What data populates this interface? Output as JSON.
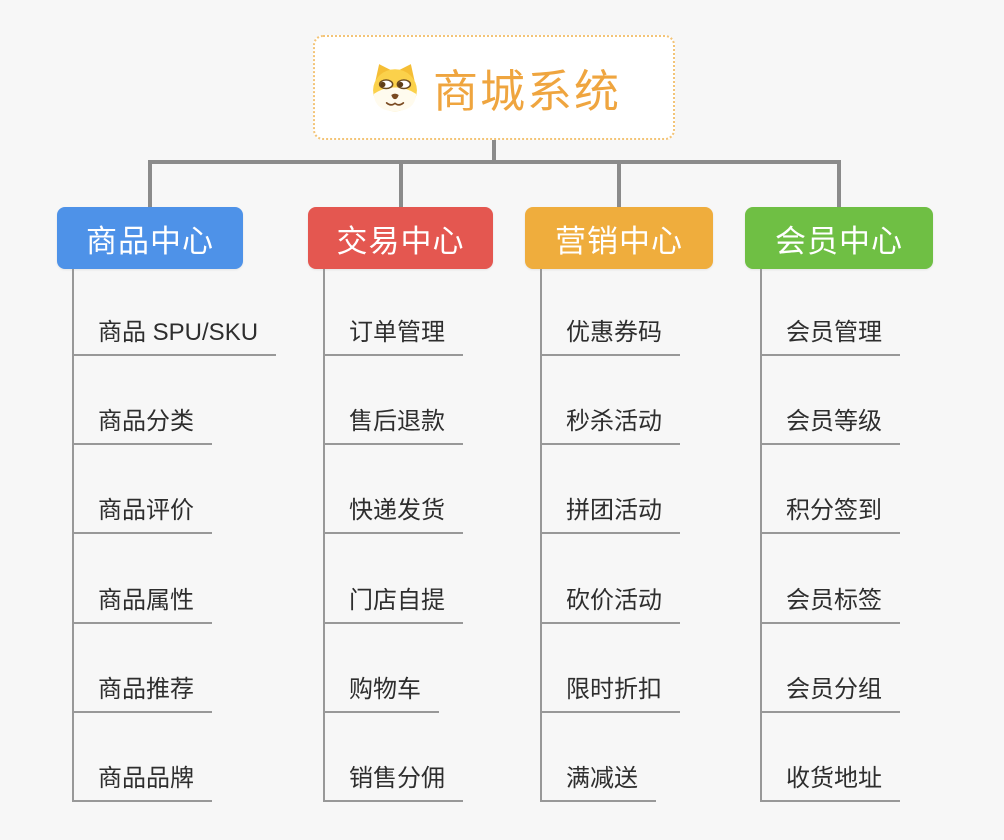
{
  "page": {
    "background_color": "#f7f7f7",
    "connector_color": "#8b8b8b",
    "child_line_color": "#989898",
    "child_text_color": "#2e2e2e"
  },
  "root": {
    "title": "商城系统",
    "icon": "dog-face-icon",
    "title_color": "#efa53f",
    "border_color": "#f3c477"
  },
  "branches": [
    {
      "label": "商品中心",
      "color": "#4e92e8",
      "children": [
        "商品 SPU/SKU",
        "商品分类",
        "商品评价",
        "商品属性",
        "商品推荐",
        "商品品牌"
      ]
    },
    {
      "label": "交易中心",
      "color": "#e45750",
      "children": [
        "订单管理",
        "售后退款",
        "快递发货",
        "门店自提",
        "购物车",
        "销售分佣"
      ]
    },
    {
      "label": "营销中心",
      "color": "#efad3d",
      "children": [
        "优惠券码",
        "秒杀活动",
        "拼团活动",
        "砍价活动",
        "限时折扣",
        "满减送"
      ]
    },
    {
      "label": "会员中心",
      "color": "#6fbf44",
      "children": [
        "会员管理",
        "会员等级",
        "积分签到",
        "会员标签",
        "会员分组",
        "收货地址"
      ]
    }
  ]
}
